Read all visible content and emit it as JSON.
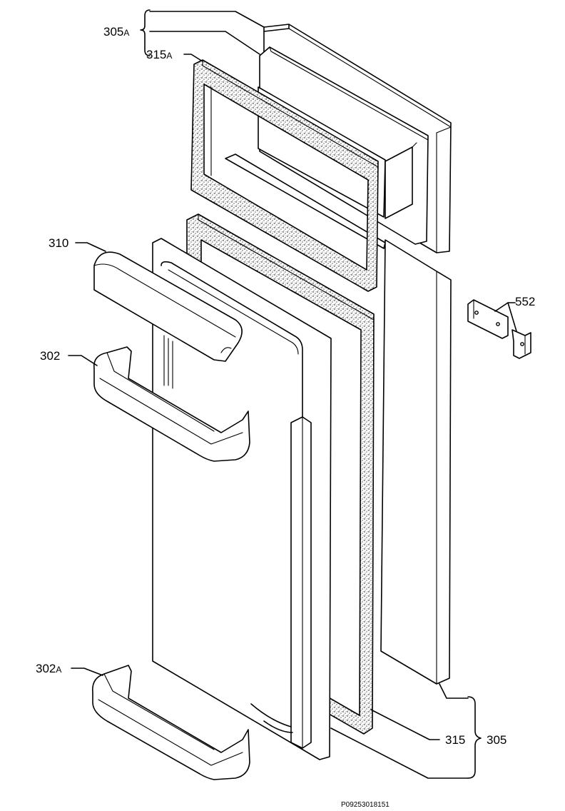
{
  "labels": {
    "p305A": "305",
    "p305A_suffix": "A",
    "p315A": "315",
    "p315A_suffix": "A",
    "p310": "310",
    "p302": "302",
    "p302A": "302",
    "p302A_suffix": "A",
    "p552": "552",
    "p315": "315",
    "p305": "305"
  },
  "drawing_code": "P09253018151"
}
